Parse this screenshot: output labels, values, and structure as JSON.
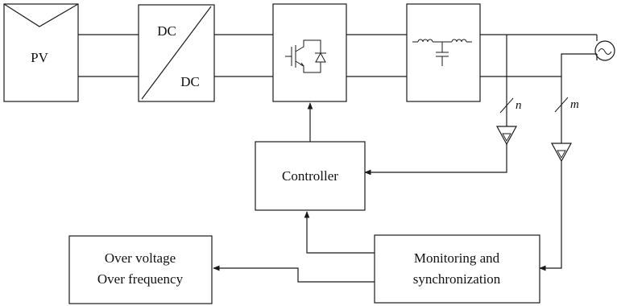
{
  "blocks": {
    "pv": "PV",
    "dcdc_top": "DC",
    "dcdc_bottom": "DC",
    "controller": "Controller",
    "protection_line1": "Over voltage",
    "protection_line2": "Over frequency",
    "monitoring_line1": "Monitoring and",
    "monitoring_line2": "synchronization"
  },
  "bus_labels": {
    "n": "n",
    "m": "m"
  },
  "icons": [
    "pv-panel-icon",
    "igbt-inverter-icon",
    "lc-filter-icon",
    "ac-grid-source-icon",
    "sensor-amplifier-icon"
  ],
  "colors": {
    "stroke": "#1a1a1a",
    "text": "#111111",
    "background": "#ffffff"
  }
}
